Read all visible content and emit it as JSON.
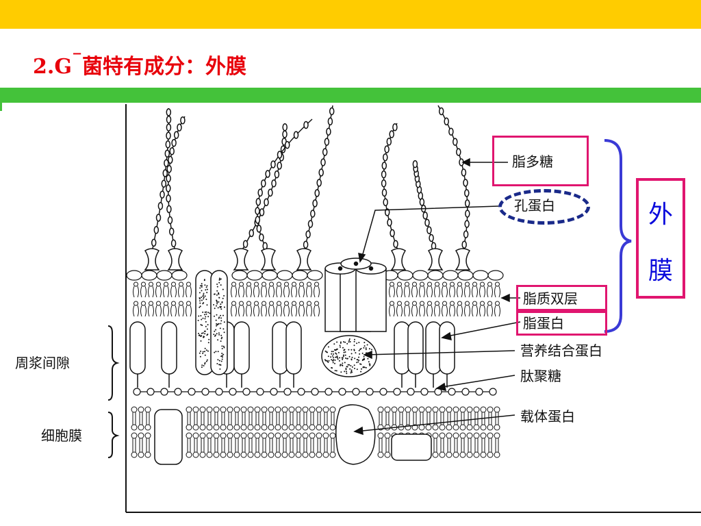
{
  "title": {
    "main": "2.G",
    "sup": "−",
    "rest": "菌特有成分：外膜"
  },
  "labels": {
    "lps": "脂多糖",
    "porin": "孔蛋白",
    "lipid_bilayer": "脂质双层",
    "lipoprotein": "脂蛋白",
    "nutrient_binding_protein": "营养结合蛋白",
    "peptidoglycan": "肽聚糖",
    "carrier_protein": "载体蛋白",
    "periplasmic_space": "周浆间隙",
    "cell_membrane": "细胞膜"
  },
  "outer_membrane": {
    "char1": "外",
    "char2": "膜"
  },
  "colors": {
    "top_bar": "#ffcc00",
    "green_bar": "#44c23a",
    "title": "#e8000b",
    "box_border": "#e0156f",
    "bracket": "#3a3ad6",
    "outer_text": "#0a0adc"
  }
}
